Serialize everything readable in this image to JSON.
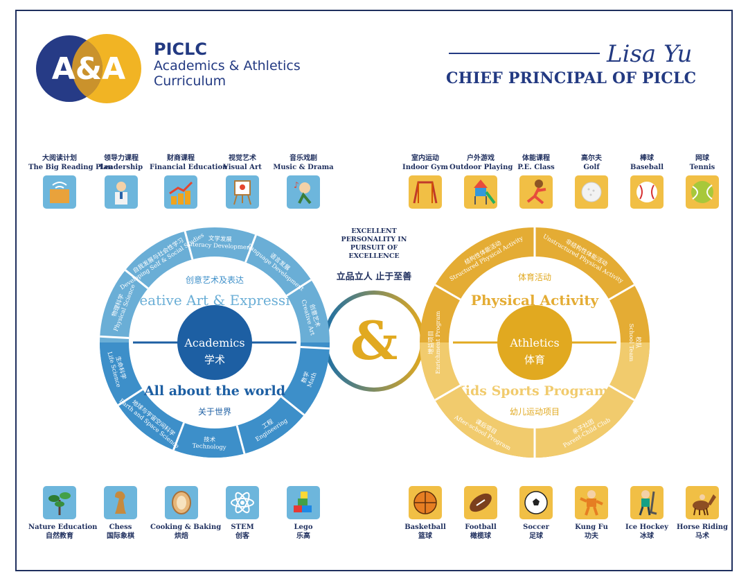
{
  "header": {
    "logo_mark": "A&A",
    "org": "PICLC",
    "subtitle_line1": "Academics & Athletics",
    "subtitle_line2": "Curriculum",
    "signature": "Lisa Yu",
    "signer_title": "CHIEF PRINCIPAL OF PICLC"
  },
  "top_left": [
    {
      "cn": "大阅读计划",
      "en": "The Big Reading Plan",
      "icon": "reading-icon"
    },
    {
      "cn": "领导力课程",
      "en": "Leadership",
      "icon": "leadership-icon"
    },
    {
      "cn": "财商课程",
      "en": "Financial Education",
      "icon": "finance-icon"
    },
    {
      "cn": "视觉艺术",
      "en": "Visual Art",
      "icon": "easel-icon"
    },
    {
      "cn": "音乐戏剧",
      "en": "Music & Drama",
      "icon": "music-icon"
    }
  ],
  "top_right": [
    {
      "cn": "室内运动",
      "en": "Indoor Gym",
      "icon": "gym-icon"
    },
    {
      "cn": "户外游戏",
      "en": "Outdoor Playing",
      "icon": "playground-icon"
    },
    {
      "cn": "体能课程",
      "en": "P.E. Class",
      "icon": "exercise-icon"
    },
    {
      "cn": "高尔夫",
      "en": "Golf",
      "icon": "golf-ball-icon"
    },
    {
      "cn": "棒球",
      "en": "Baseball",
      "icon": "baseball-icon"
    },
    {
      "cn": "网球",
      "en": "Tennis",
      "icon": "tennis-ball-icon"
    }
  ],
  "bottom_left": [
    {
      "en": "Nature Education",
      "cn": "自然教育",
      "icon": "plant-icon"
    },
    {
      "en": "Chess",
      "cn": "国际象棋",
      "icon": "chess-icon"
    },
    {
      "en": "Cooking & Baking",
      "cn": "烘焙",
      "icon": "cookie-icon"
    },
    {
      "en": "STEM",
      "cn": "创客",
      "icon": "atom-icon"
    },
    {
      "en": "Lego",
      "cn": "乐高",
      "icon": "lego-icon"
    }
  ],
  "bottom_right": [
    {
      "en": "Basketball",
      "cn": "篮球",
      "icon": "basketball-icon"
    },
    {
      "en": "Football",
      "cn": "橄榄球",
      "icon": "football-icon"
    },
    {
      "en": "Soccer",
      "cn": "足球",
      "icon": "soccer-ball-icon"
    },
    {
      "en": "Kung Fu",
      "cn": "功夫",
      "icon": "kungfu-icon"
    },
    {
      "en": "Ice Hockey",
      "cn": "冰球",
      "icon": "hockey-icon"
    },
    {
      "en": "Horse Riding",
      "cn": "马术",
      "icon": "horse-icon"
    }
  ],
  "center": {
    "motto_en_1": "EXCELLENT",
    "motto_en_2": "PERSONALITY IN",
    "motto_en_3": "PURSUIT OF",
    "motto_en_4": "EXCELLENCE",
    "motto_cn": "立品立人 止于至善",
    "ampersand": "&"
  },
  "academics": {
    "hub_en": "Academics",
    "hub_cn": "学术",
    "upper_cn": "创意艺术及表达",
    "upper_en": "Creative Art & Expression",
    "lower_en": "All about the world",
    "lower_cn": "关于世界",
    "segments": [
      {
        "cn": "文学发展",
        "en": "Literacy Development"
      },
      {
        "cn": "语言发展",
        "en": "Language Development"
      },
      {
        "cn": "创意艺术",
        "en": "Creative Art"
      },
      {
        "cn": "数学",
        "en": "Math"
      },
      {
        "cn": "工程",
        "en": "Engineering"
      },
      {
        "cn": "技术",
        "en": "Technology"
      },
      {
        "cn": "地球与宇宙空间科学",
        "en": "Earth and Space Science"
      },
      {
        "cn": "生命科学",
        "en": "Life Science"
      },
      {
        "cn": "物理科学",
        "en": "Physical Science"
      },
      {
        "cn": "自我发展与社会性学习",
        "en": "Developing Self & Social Studies"
      }
    ]
  },
  "athletics": {
    "hub_en": "Athletics",
    "hub_cn": "体育",
    "upper_cn": "体育活动",
    "upper_en": "Physical Activity",
    "lower_en": "Kids Sports Programs",
    "lower_cn": "幼儿运动项目",
    "segments": [
      {
        "cn": "结构性体能活动",
        "en": "Structured Physical Activity"
      },
      {
        "cn": "非结构性体能活动",
        "en": "Unstructured Physical Activity"
      },
      {
        "cn": "校队",
        "en": "School Team"
      },
      {
        "cn": "亲子社团",
        "en": "Parent-Child Club"
      },
      {
        "cn": "课后项目",
        "en": "After-school Program"
      },
      {
        "cn": "增益项目",
        "en": "Enrichment Program"
      }
    ]
  },
  "colors": {
    "navy": "#1f2f5e",
    "blue_outer": "#6aaed6",
    "blue_mid": "#3d8fc9",
    "blue_hub": "#1d5fa3",
    "gold_outer": "#e4ac34",
    "gold_mid": "#f1cb6d",
    "gold_hub": "#e1a920"
  }
}
